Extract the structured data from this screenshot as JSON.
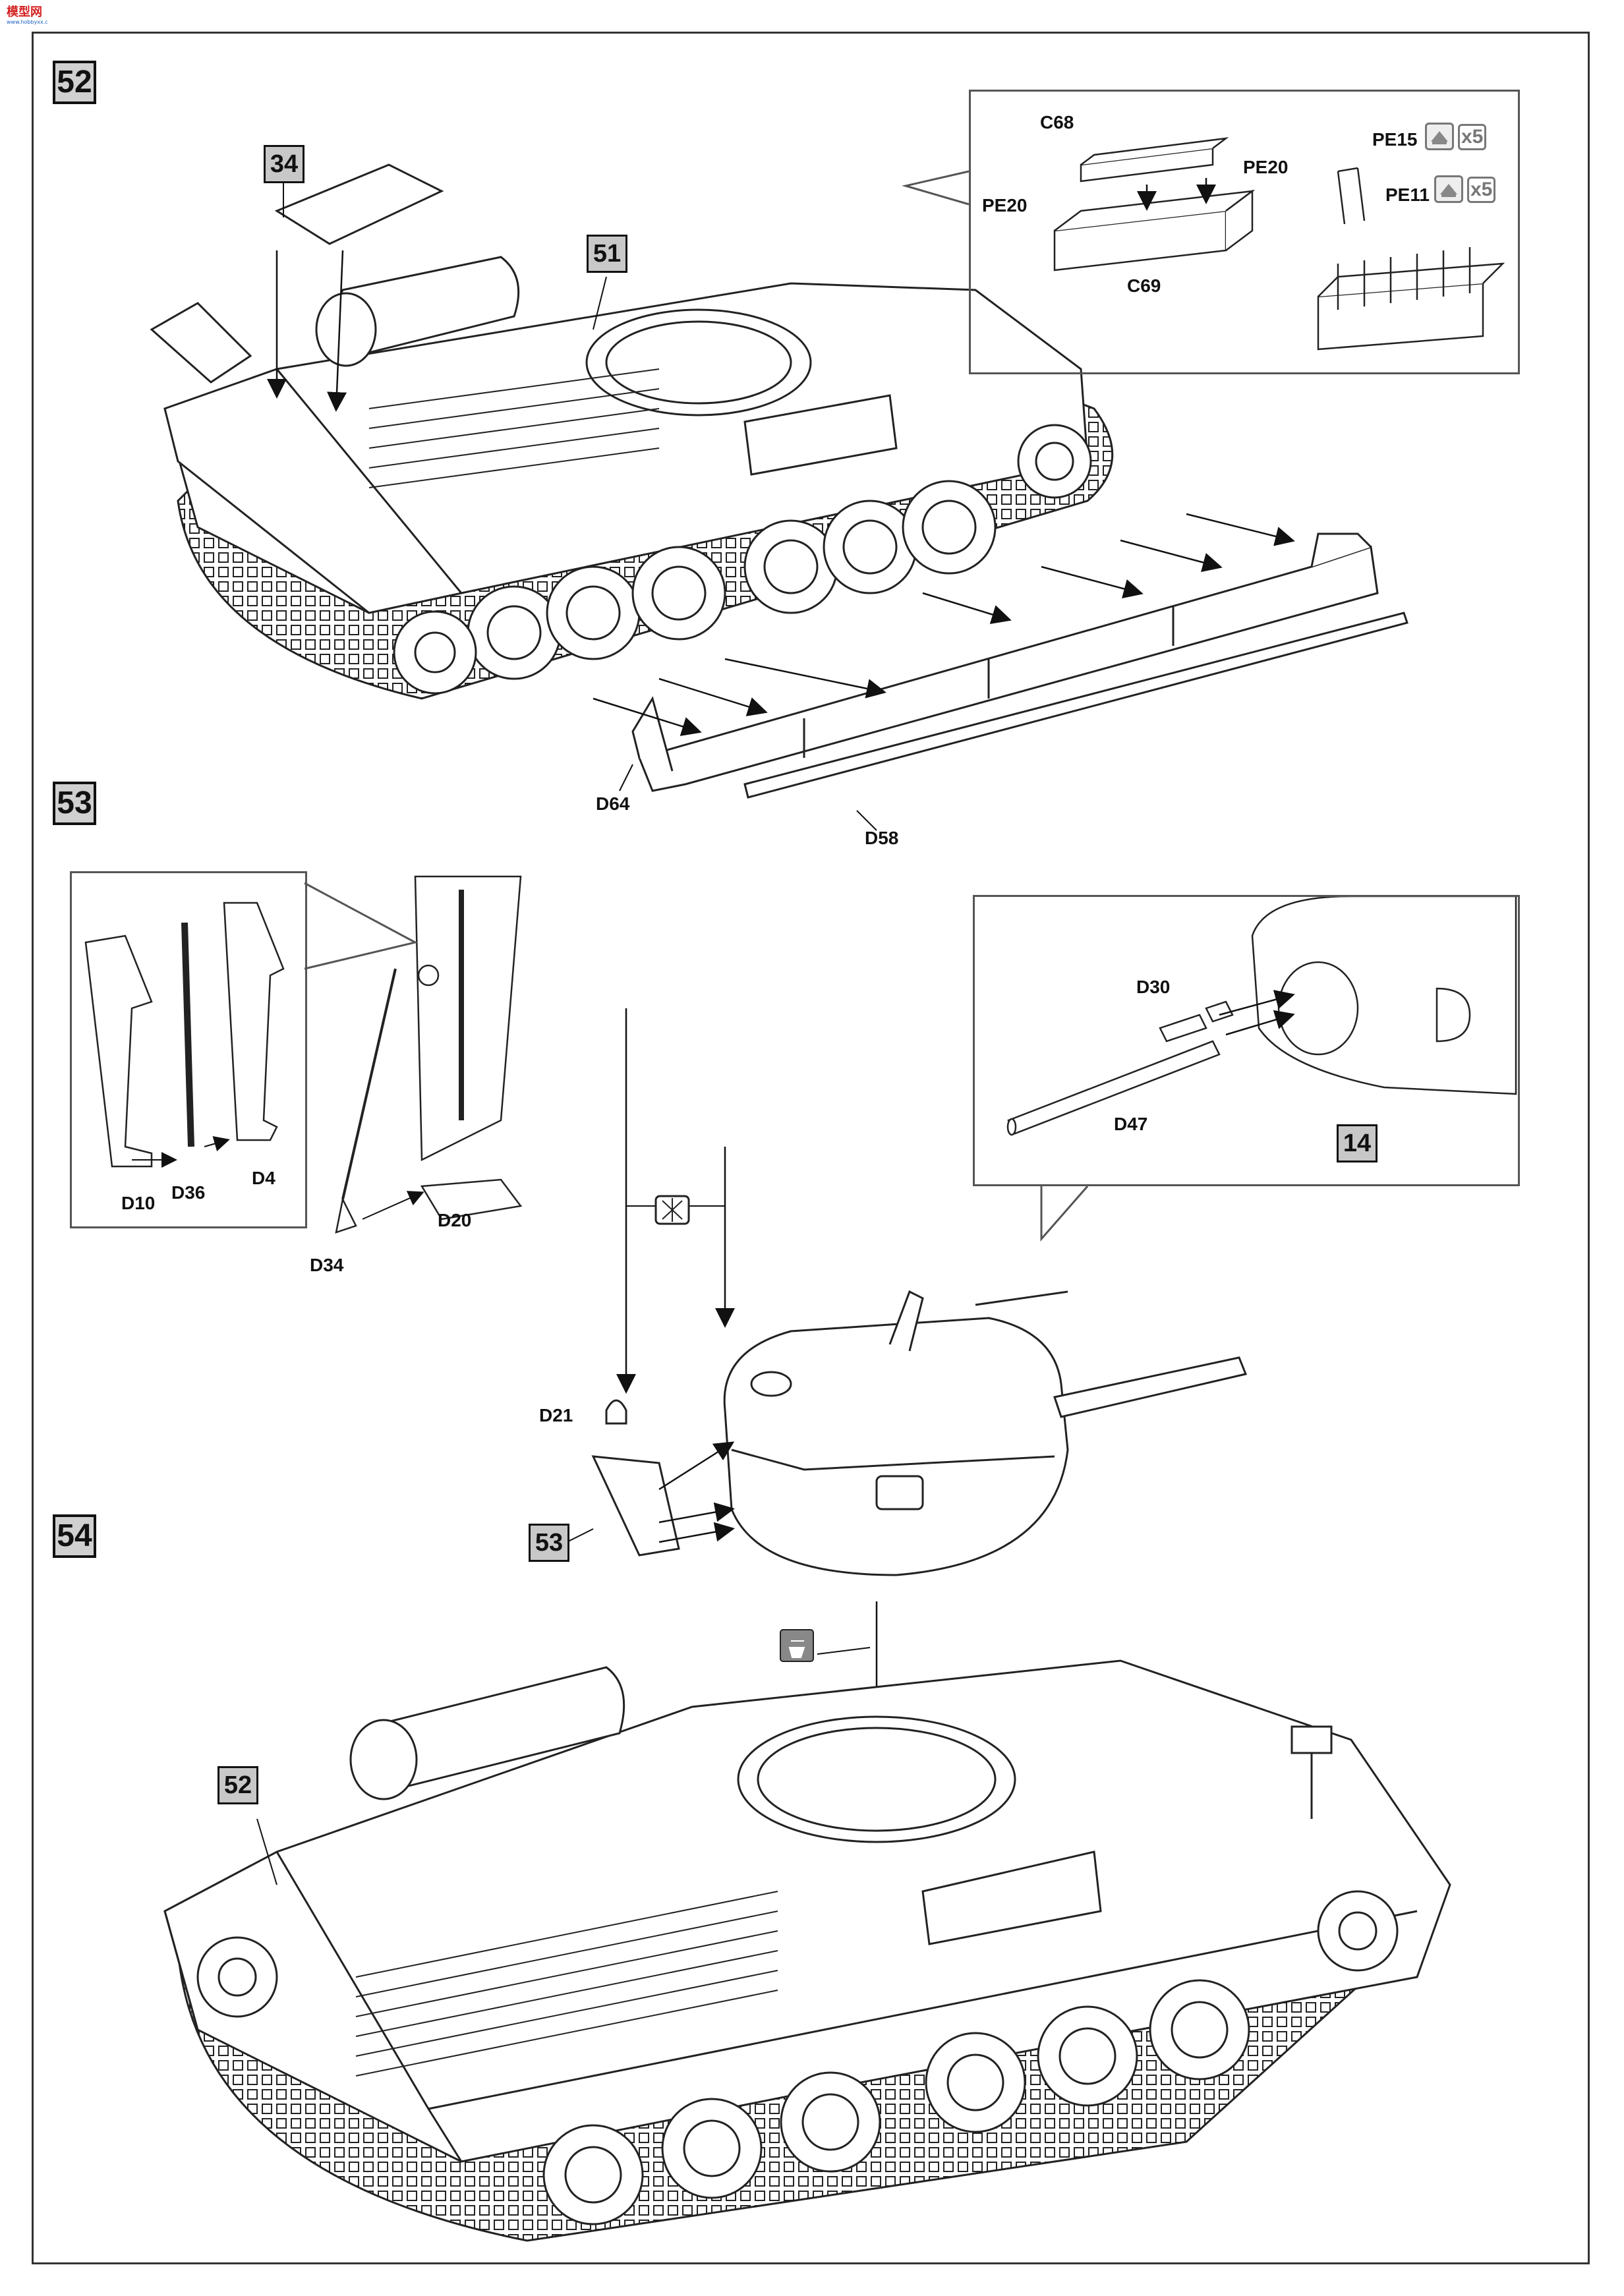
{
  "header": {
    "logo_text": "模型网",
    "logo_sub": "www.hobbyxx.com"
  },
  "steps": [
    {
      "number": "52"
    },
    {
      "number": "53"
    },
    {
      "number": "54"
    }
  ],
  "refs": {
    "ref_34": "34",
    "ref_51": "51",
    "ref_14": "14",
    "ref_53": "53",
    "ref_52": "52"
  },
  "parts": {
    "c68": "C68",
    "c69": "C69",
    "pe20_left": "PE20",
    "pe20_right": "PE20",
    "pe15": "PE15",
    "pe11": "PE11",
    "d64": "D64",
    "d58": "D58",
    "d10": "D10",
    "d36": "D36",
    "d4": "D4",
    "d34": "D34",
    "d20": "D20",
    "d30": "D30",
    "d47": "D47",
    "d21": "D21"
  },
  "quantities": {
    "pe15_qty": "x5",
    "pe11_qty": "x5"
  },
  "colors": {
    "ink": "#111111",
    "box_fill": "#d0d0d0",
    "logo_red": "#d42020",
    "logo_blue": "#1a5fc0"
  },
  "icons": [
    "pe-part-icon",
    "cement-icon",
    "glue-icon"
  ]
}
